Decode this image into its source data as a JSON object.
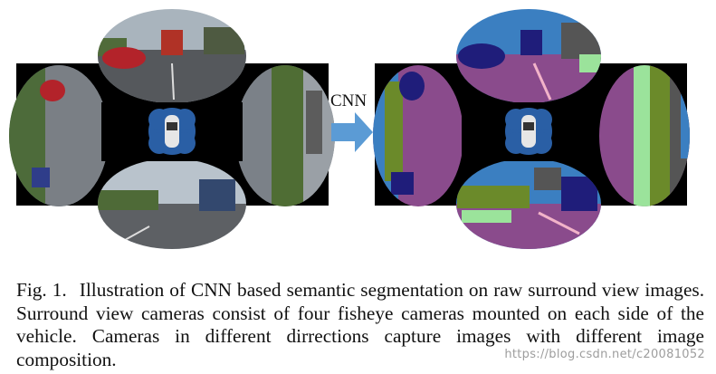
{
  "figure": {
    "arrow_label": "CNN"
  },
  "caption": {
    "label": "Fig. 1.",
    "text": "Illustration of CNN based semantic segmentation on raw surround view images. Surround view cameras consist of four fisheye cameras mounted on each side of the vehicle. Cameras in different dirrections capture images with different image composition."
  },
  "watermark": "https://blog.csdn.net/c20081052",
  "colors": {
    "road": "#8a4b8c",
    "sky": "#3b7fc1",
    "vegetation": "#6b8a2a",
    "building": "#555555",
    "vehicle": "#1f1d7a",
    "lane_marking": "#f2b3c9",
    "sidewalk": "#9be39b",
    "arrow": "#5b9bd5",
    "center_panel": "#000000"
  }
}
